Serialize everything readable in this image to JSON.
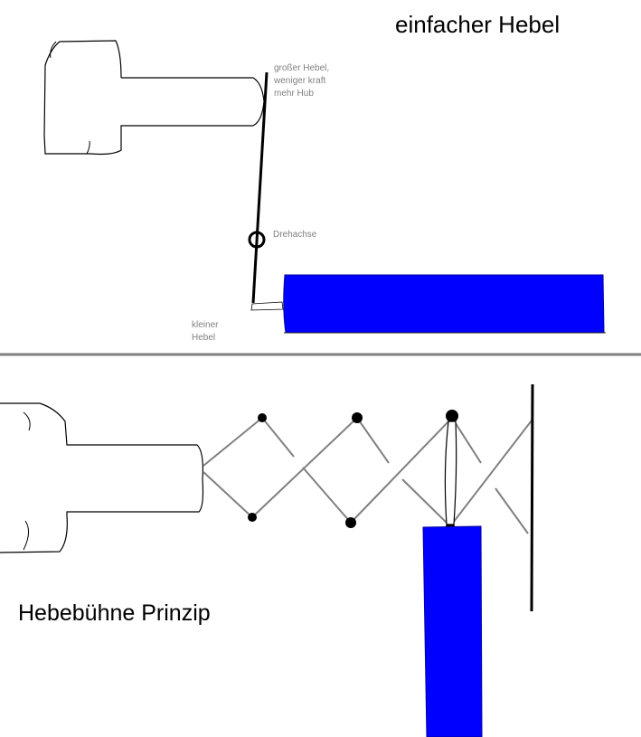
{
  "top": {
    "title": "einfacher Hebel",
    "big_lever_label": [
      "großer Hebel,",
      "weniger kraft",
      "mehr Hub"
    ],
    "pivot_label": "Drehachse",
    "small_lever_label": [
      "kleiner",
      "Hebel"
    ]
  },
  "bottom": {
    "title": "Hebebühne Prinzip"
  },
  "colors": {
    "block": "#0000ff",
    "lever": "#000000",
    "linkage": "#808080",
    "divider": "#808080",
    "outline": "#000000"
  }
}
